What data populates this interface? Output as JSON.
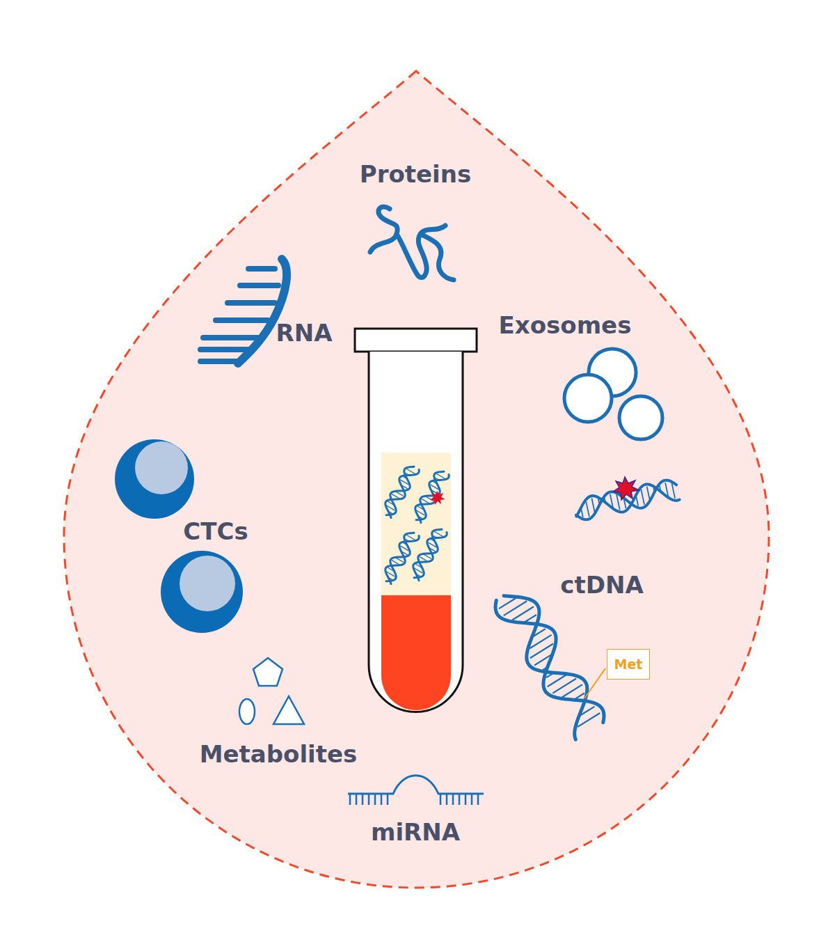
{
  "diagram": {
    "nodes": [
      {
        "text": [
          "Met"
        ]
      }
    ],
    "labels": [
      "Proteins",
      "RNA",
      "Exosomes",
      "CTCs",
      "ctDNA",
      "Metabolites",
      "miRNA"
    ]
  }
}
